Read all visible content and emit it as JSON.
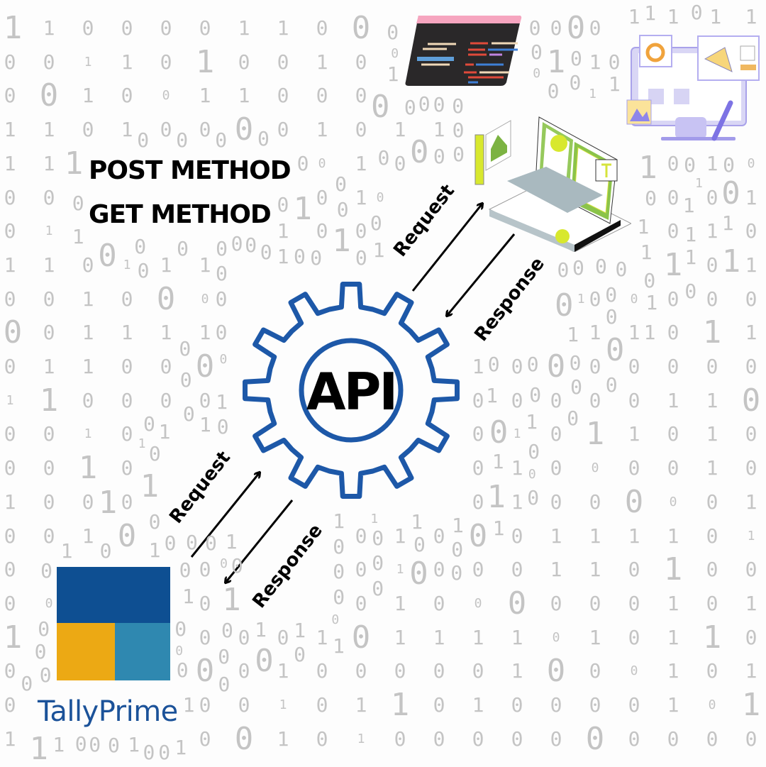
{
  "background_binary_rows": [
    "11000011000000001101",
    "00110100101000110110",
    "00100110000000011000",
    "11010000101100010111",
    "11100000010000111010",
    "00000001010000001001",
    "01100001001000101010",
    "11011101100000110101",
    "00100000001000000000",
    "00111100101100111011",
    "01100000111010000000",
    "11000000101000000110",
    "00101011001001011010",
    "00101000000001000010",
    "10000001000101000001",
    "00100011001000111101",
    "00101010001000110100",
    "00001000101000000101",
    "10000000101111010110",
    "00010001000001000101",
    "01001001011010000101",
    "11001001010000000000"
  ],
  "methods": {
    "post": "POST METHOD",
    "get": "GET METHOD"
  },
  "center": {
    "label": "API"
  },
  "arrows": {
    "top_request": "Request",
    "top_response": "Response",
    "bottom_request": "Request",
    "bottom_response": "Response"
  },
  "client": {
    "brand": "TallyPrime"
  },
  "colors": {
    "gear": "#1d58a8",
    "tally_dark": "#0e4f92",
    "tally_yellow": "#eca914",
    "tally_teal": "#2f88b0",
    "tally_text": "#1b5299"
  }
}
